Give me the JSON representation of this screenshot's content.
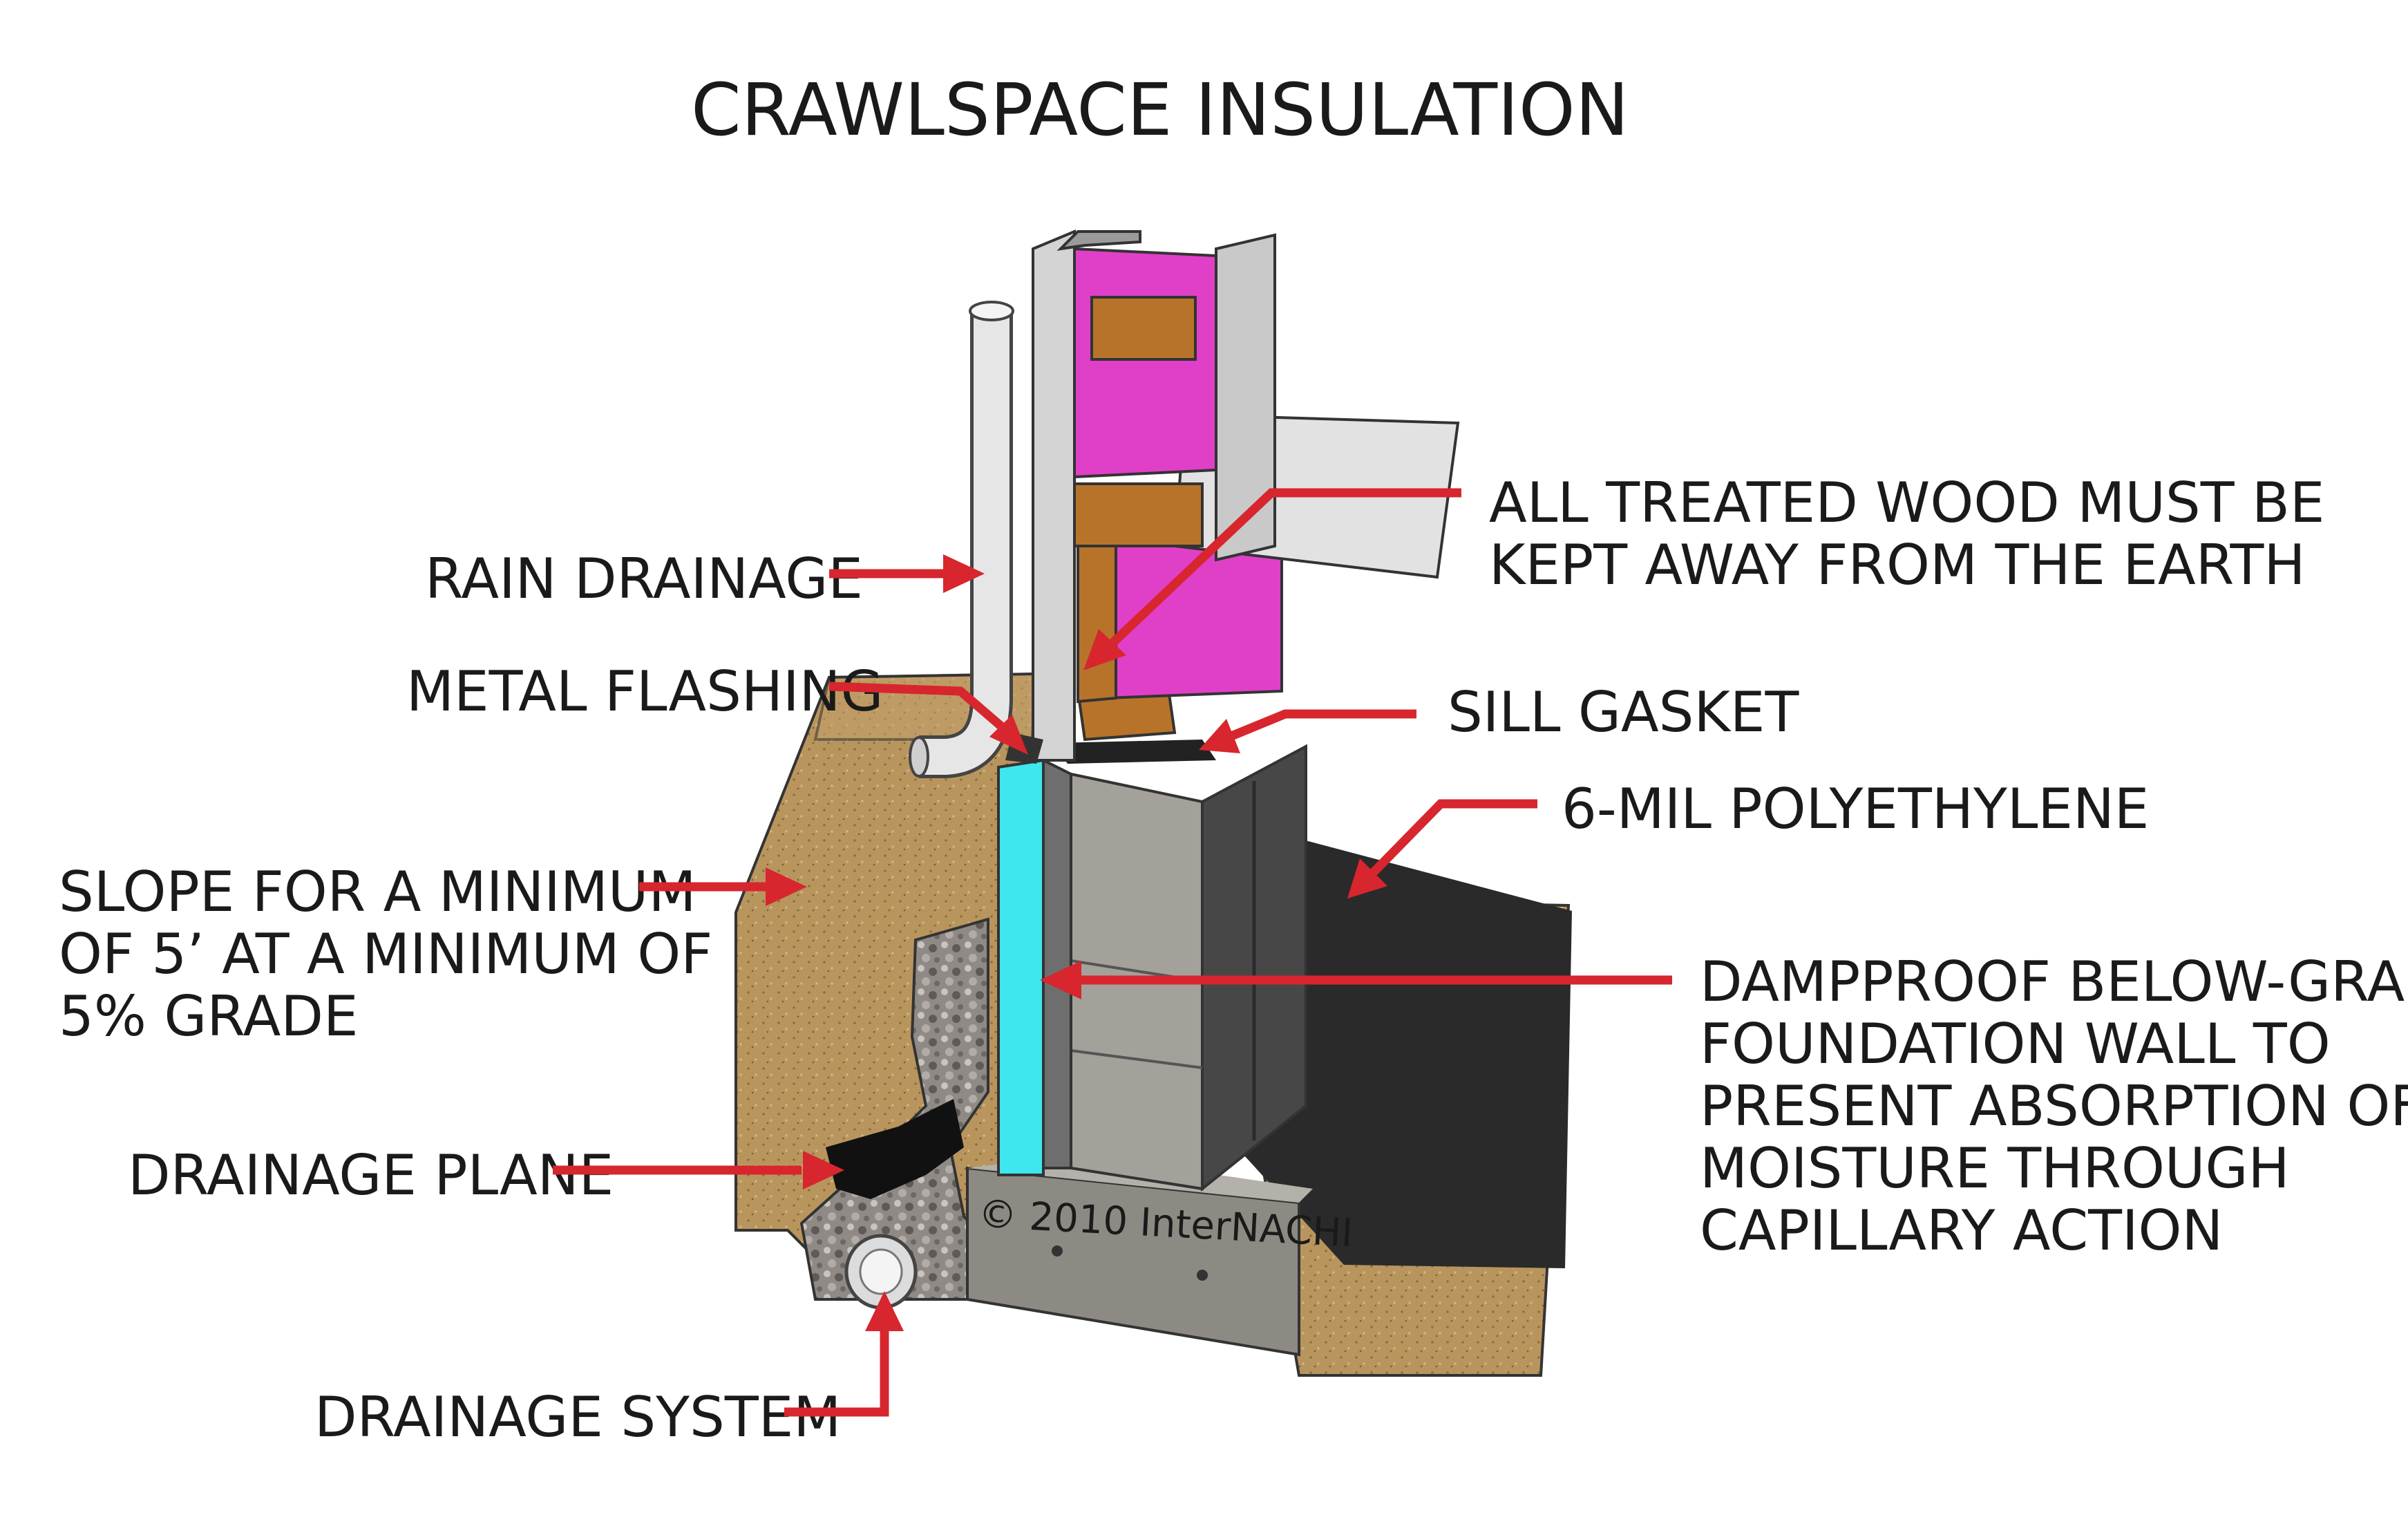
{
  "title": "CRAWLSPACE INSULATION",
  "copyright": "© 2010  InterNACHI",
  "labels": {
    "rain_drainage": "RAIN DRAINAGE",
    "metal_flashing": "METAL FLASHING",
    "slope": [
      "SLOPE FOR A MINIMUM",
      "OF 5’ AT A MINIMUM OF",
      "5% GRADE"
    ],
    "drainage_plane": "DRAINAGE PLANE",
    "drainage_system": "DRAINAGE SYSTEM",
    "treated_wood": [
      "ALL TREATED WOOD MUST BE",
      "KEPT AWAY FROM THE EARTH"
    ],
    "sill_gasket": "SILL GASKET",
    "polyethylene": "6-MIL POLYETHYLENE",
    "dampproof": [
      "DAMPPROOF BELOW-GRADE",
      "FOUNDATION WALL TO",
      "PRESENT ABSORPTION OF",
      "MOISTURE THROUGH",
      "CAPILLARY ACTION"
    ]
  },
  "colors": {
    "arrow": "#d7262e",
    "soil": "#b9955e",
    "gravel": "#8f8a86",
    "insulation": "#e040c8",
    "lumber": "#b8732a",
    "dampproofing": "#3ee6ee",
    "concrete": "#a3a19a",
    "polyethylene": "#2a2a2a",
    "subfloor": "#e2e2e2"
  }
}
